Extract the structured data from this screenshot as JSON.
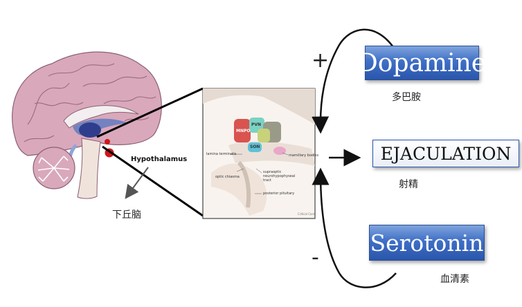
{
  "brain": {
    "hypothalamus_label": "Hypothalamus",
    "hypothalamus_cn": "下丘脑"
  },
  "detail": {
    "labels": {
      "mnpo": "MNPO",
      "pvn": "PVN",
      "son": "SON",
      "lamina": "lamina terminalis",
      "optic": "optic chiasma",
      "mammillary": "mamillary bodies",
      "supraoptic": "supraoptic neurohypophyseal tract",
      "posterior": "posterior pituitary",
      "credit": "Critical Care"
    }
  },
  "nodes": {
    "dopamine": {
      "label": "Dopamine",
      "cn": "多巴胺",
      "sign": "+"
    },
    "ejaculation": {
      "label": "EJACULATION",
      "cn": "射精"
    },
    "serotonin": {
      "label": "Serotonin",
      "cn": "血清素",
      "sign": "-"
    }
  },
  "colors": {
    "accent_blue": "#2a56ab",
    "mnpo_red": "#d9534f",
    "pvn_teal": "#7ad3c4",
    "son_cyan": "#5fc1d6",
    "brain_pink": "#d6a6b8",
    "red_dot": "#d0161a"
  }
}
